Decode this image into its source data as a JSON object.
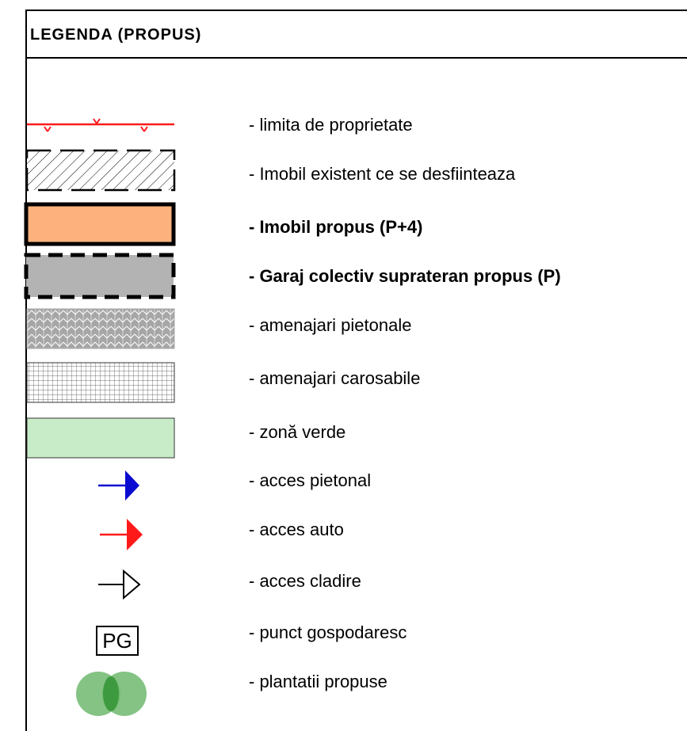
{
  "legend": {
    "title": "LEGENDA (PROPUS)",
    "items": [
      {
        "symbol": "property-limit-line",
        "label": "- limita de proprietate",
        "bold": false
      },
      {
        "symbol": "hatched-dashed-rect",
        "label": "- Imobil existent ce se desfiinteaza",
        "bold": false
      },
      {
        "symbol": "orange-bold-rect",
        "label": "- Imobil propus (P+4)",
        "bold": true
      },
      {
        "symbol": "gray-dashed-rect",
        "label": "- Garaj colectiv suprateran propus (P)",
        "bold": true
      },
      {
        "symbol": "chevron-pattern-rect",
        "label": "- amenajari pietonale",
        "bold": false
      },
      {
        "symbol": "grid-pattern-rect",
        "label": "- amenajari carosabile",
        "bold": false
      },
      {
        "symbol": "green-rect",
        "label": "- zonă verde",
        "bold": false
      },
      {
        "symbol": "blue-arrow",
        "label": "- acces pietonal",
        "bold": false
      },
      {
        "symbol": "red-arrow",
        "label": "- acces auto",
        "bold": false
      },
      {
        "symbol": "black-outline-arrow",
        "label": "- acces cladire",
        "bold": false
      },
      {
        "symbol": "pg-box",
        "label": "- punct gospodaresc",
        "bold": false,
        "symbol_text": "PG"
      },
      {
        "symbol": "tree-cluster",
        "label": "- plantatii propuse",
        "bold": false
      }
    ]
  },
  "colors": {
    "property_limit": "#ff1a1a",
    "proposed_building": "#fdb27e",
    "garage": "#b3b3b3",
    "pedestrian_pattern": "#a6a6a6",
    "green_zone": "#c8ecc8",
    "pedestrian_access": "#0a0ad0",
    "auto_access": "#ff1a1a",
    "tree_light": "#6fb86f",
    "tree_dark": "#3e9a3e"
  }
}
